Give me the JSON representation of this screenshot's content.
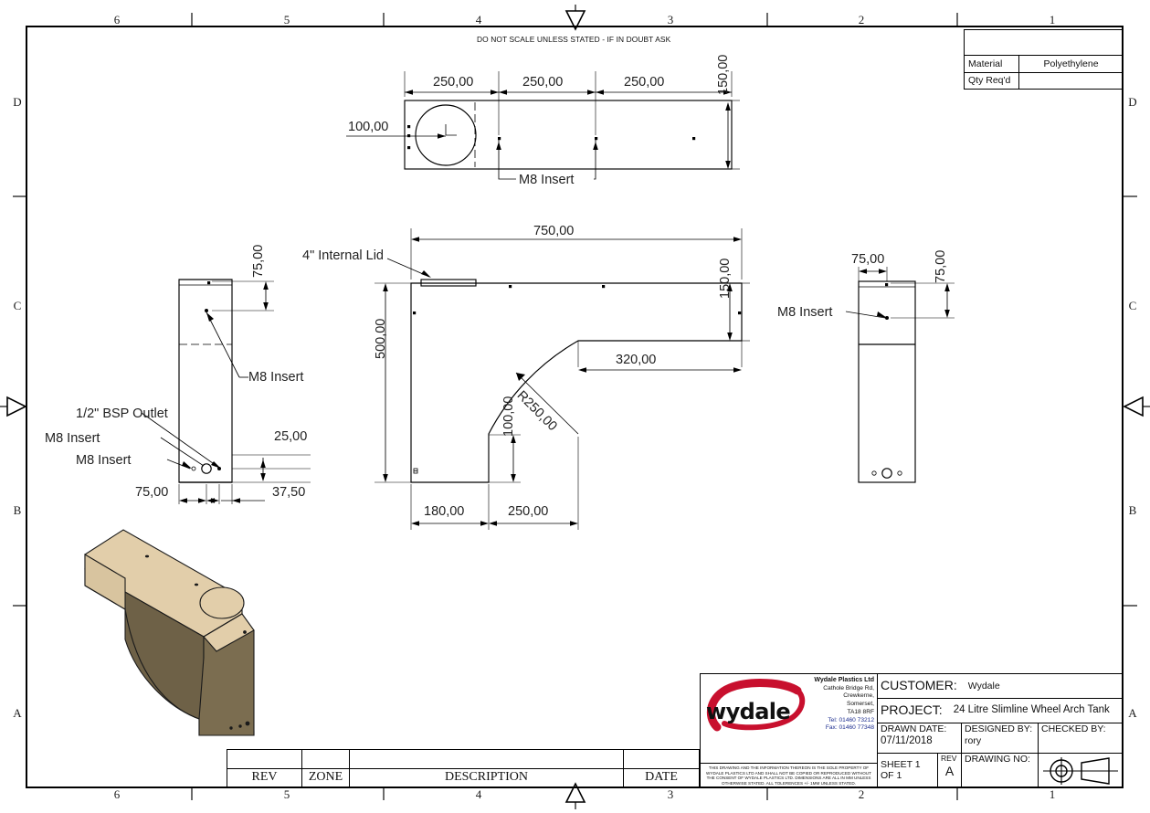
{
  "sheet": {
    "header_note": "DO NOT SCALE UNLESS STATED - IF IN DOUBT ASK",
    "zone_numbers": [
      "6",
      "5",
      "4",
      "3",
      "2",
      "1"
    ],
    "zone_letters": [
      "D",
      "C",
      "B",
      "A"
    ]
  },
  "material_table": {
    "material_label": "Material",
    "material_value": "Polyethylene",
    "qty_label": "Qty Req'd",
    "qty_value": ""
  },
  "top_view": {
    "dims": [
      "250,00",
      "250,00",
      "250,00",
      "150,00",
      "100,00"
    ],
    "labels": [
      "M8 Insert"
    ]
  },
  "front_view": {
    "dims": [
      "750,00",
      "150,00",
      "320,00",
      "500,00",
      "R250,00",
      "100,00",
      "180,00",
      "250,00"
    ],
    "labels": [
      "4\" Internal Lid"
    ]
  },
  "left_view": {
    "dims": [
      "75,00",
      "25,00",
      "37,50",
      "75,00"
    ],
    "labels": [
      "M8 Insert",
      "1/2\" BSP Outlet",
      "M8 Insert",
      "M8 Insert"
    ]
  },
  "right_view": {
    "dims": [
      "75,00",
      "75,00"
    ],
    "labels": [
      "M8 Insert"
    ]
  },
  "revision_table": {
    "headers": [
      "REV",
      "ZONE",
      "DESCRIPTION",
      "DATE"
    ],
    "rows": [
      [
        "",
        "",
        "",
        ""
      ]
    ]
  },
  "title_block": {
    "company_name": "Wydale Plastics Ltd",
    "logo_text": "wydale",
    "address_lines": [
      "Cathole Bridge Rd,",
      "Crewkerne,",
      "Somerset,",
      "TA18 8RF"
    ],
    "tel": "Tel: 01460 73212",
    "fax": "Fax: 01460 77348",
    "disclaimer": "THIS DRAWING AND THE INFORMATION THEREON IS THE SOLE PROPERTY OF WYDALE PLASTICS LTD AND SHALL NOT BE COPIED OR REPRODUCED WITHOUT THE CONSENT OF WYDALE PLASTICS LTD. DIMENSIONS ARE ALL IN MM UNLESS OTHERWISE STATED. ALL TOLERENCES +/- 1MM UNLESS STATED.",
    "customer_label": "CUSTOMER:",
    "customer_value": "Wydale",
    "project_label": "PROJECT:",
    "project_value": "24 Litre Slimline Wheel Arch Tank",
    "drawn_date_label": "DRAWN DATE:",
    "drawn_date_value": "07/11/2018",
    "designed_by_label": "DESIGNED BY:",
    "designed_by_value": "rory",
    "checked_by_label": "CHECKED BY:",
    "checked_by_value": "",
    "sheet_label": "SHEET 1 OF 1",
    "rev_label": "REV",
    "rev_value": "A",
    "drawing_no_label": "DRAWING NO:",
    "drawing_no_value": ""
  },
  "colors": {
    "line": "#000000",
    "dim_text": "#1f1f1f",
    "logo_red": "#c8102e",
    "model_light": "#e2ceaa",
    "model_dark": "#6e6147"
  }
}
